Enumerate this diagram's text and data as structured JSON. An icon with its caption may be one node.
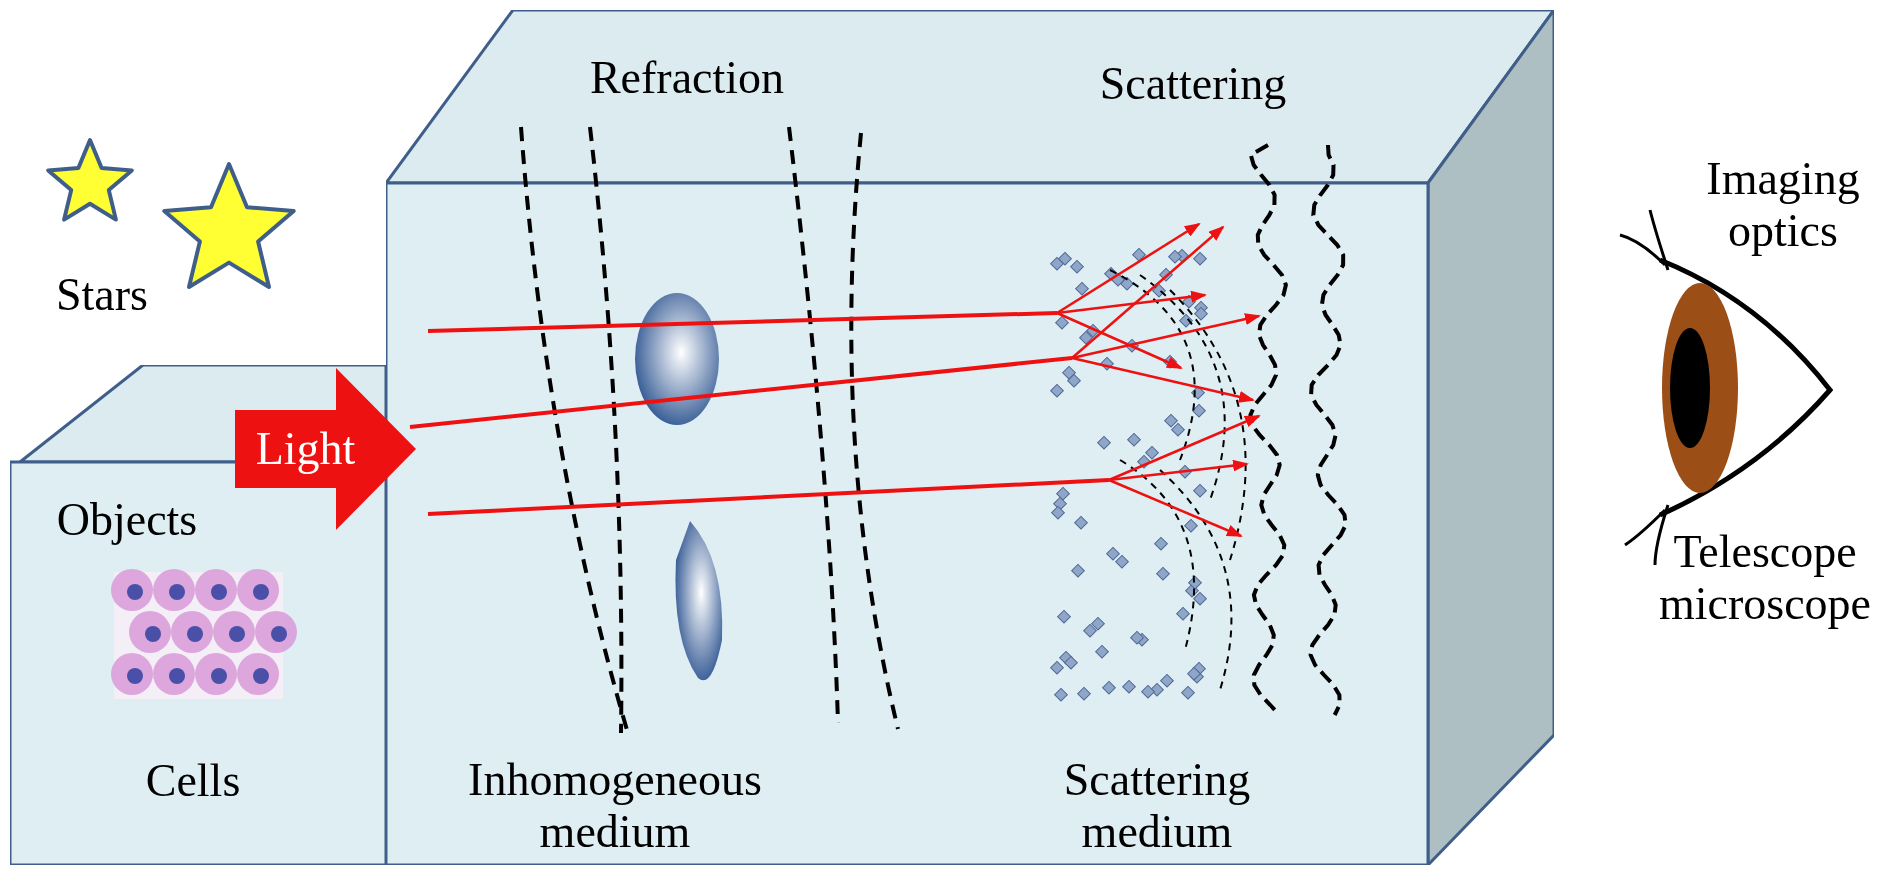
{
  "diagram": {
    "nodes": [
      {
        "text": [
          "Objects",
          "Cells"
        ]
      },
      {
        "text": [
          "Refraction",
          "Scattering",
          "Inhomogeneous medium",
          "Scattering medium"
        ]
      }
    ],
    "edges": [
      {
        "from": 0,
        "to": 1,
        "arrow": "to",
        "label": "Light"
      }
    ],
    "labels": [
      "Stars",
      "Imaging optics",
      "Telescope microscope"
    ]
  }
}
